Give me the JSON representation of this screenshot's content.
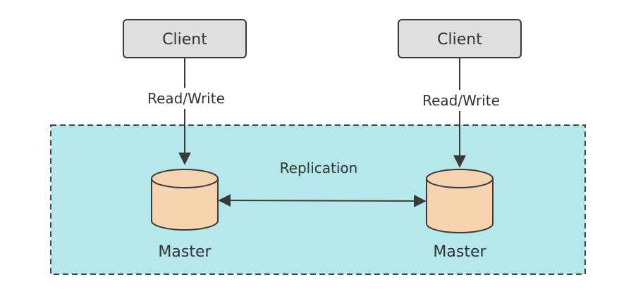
{
  "diagram": {
    "clients": [
      {
        "label": "Client"
      },
      {
        "label": "Client"
      }
    ],
    "edges": [
      {
        "label": "Read/Write"
      },
      {
        "label": "Read/Write"
      }
    ],
    "replication": {
      "label": "Replication"
    },
    "masters": [
      {
        "label": "Master"
      },
      {
        "label": "Master"
      }
    ],
    "colors": {
      "client_fill": "#e0dfdf",
      "client_stroke": "#3a3a3a",
      "zone_fill": "#b4e8ea",
      "zone_stroke": "#3a4a4f",
      "db_fill": "#f8d3b0",
      "db_stroke": "#3a3a3a",
      "arrow": "#3a3a3a",
      "text": "#333333"
    }
  }
}
